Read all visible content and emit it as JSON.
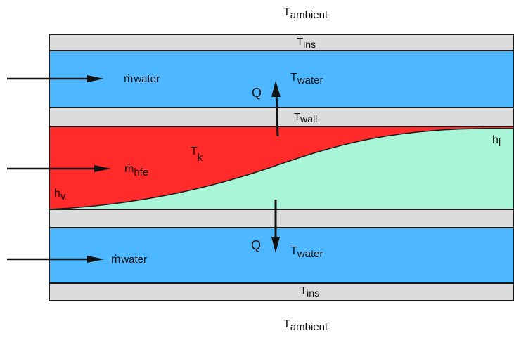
{
  "labels": {
    "t_ambient_top": {
      "main": "T",
      "sub": "ambient"
    },
    "t_ins_top": {
      "main": "T",
      "sub": "ins"
    },
    "m_water_top": {
      "main": "ṁ",
      "sub": "water"
    },
    "t_water_top": {
      "main": "T",
      "sub": "water"
    },
    "q_top": {
      "main": "Q"
    },
    "t_wall": {
      "main": "T",
      "sub": "wall"
    },
    "t_k": {
      "main": "T",
      "sub": "k"
    },
    "h_l": {
      "main": "h",
      "sub": "l"
    },
    "m_hfe": {
      "main": "ṁ",
      "sub": "hfe"
    },
    "h_v": {
      "main": "h",
      "sub": "v"
    },
    "q_bottom": {
      "main": "Q"
    },
    "m_water_bottom": {
      "main": "ṁ",
      "sub": "water"
    },
    "t_water_bottom": {
      "main": "T",
      "sub": "water"
    },
    "t_ins_bottom": {
      "main": "T",
      "sub": "ins"
    },
    "t_ambient_bottom": {
      "main": "T",
      "sub": "ambient"
    }
  },
  "colors": {
    "insulation": "#dcdcdc",
    "water": "#4db8ff",
    "wall": "#dcdcdc",
    "vapor": "#ff2a2a",
    "liquid": "#a8f5d8",
    "outline": "#1a1a1a"
  }
}
